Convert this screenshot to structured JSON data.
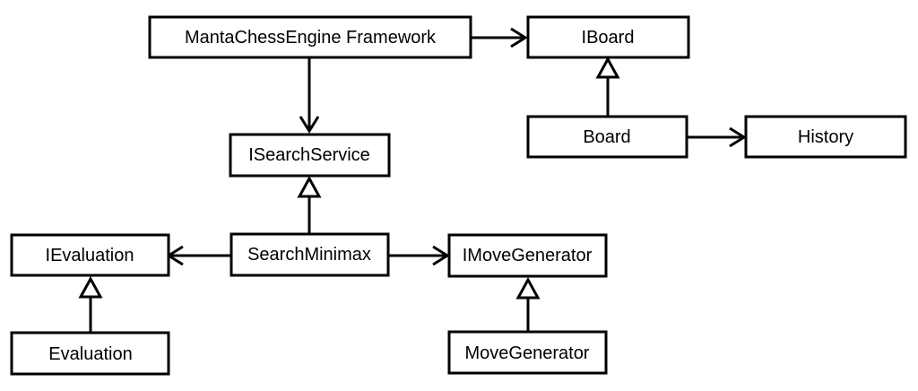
{
  "diagram": {
    "nodes": {
      "framework": "MantaChessEngine Framework",
      "iboard": "IBoard",
      "board": "Board",
      "history": "History",
      "isearchservice": "ISearchService",
      "searchminimax": "SearchMinimax",
      "ievaluation": "IEvaluation",
      "evaluation": "Evaluation",
      "imovegenerator": "IMoveGenerator",
      "movegenerator": "MoveGenerator"
    },
    "edges": [
      {
        "from": "framework",
        "to": "iboard",
        "type": "association"
      },
      {
        "from": "framework",
        "to": "isearchservice",
        "type": "association"
      },
      {
        "from": "board",
        "to": "iboard",
        "type": "realization"
      },
      {
        "from": "board",
        "to": "history",
        "type": "association"
      },
      {
        "from": "searchminimax",
        "to": "isearchservice",
        "type": "realization"
      },
      {
        "from": "searchminimax",
        "to": "ievaluation",
        "type": "association"
      },
      {
        "from": "searchminimax",
        "to": "imovegenerator",
        "type": "association"
      },
      {
        "from": "evaluation",
        "to": "ievaluation",
        "type": "realization"
      },
      {
        "from": "movegenerator",
        "to": "imovegenerator",
        "type": "realization"
      }
    ],
    "colors": {
      "stroke": "#000000",
      "fill": "#ffffff"
    }
  }
}
